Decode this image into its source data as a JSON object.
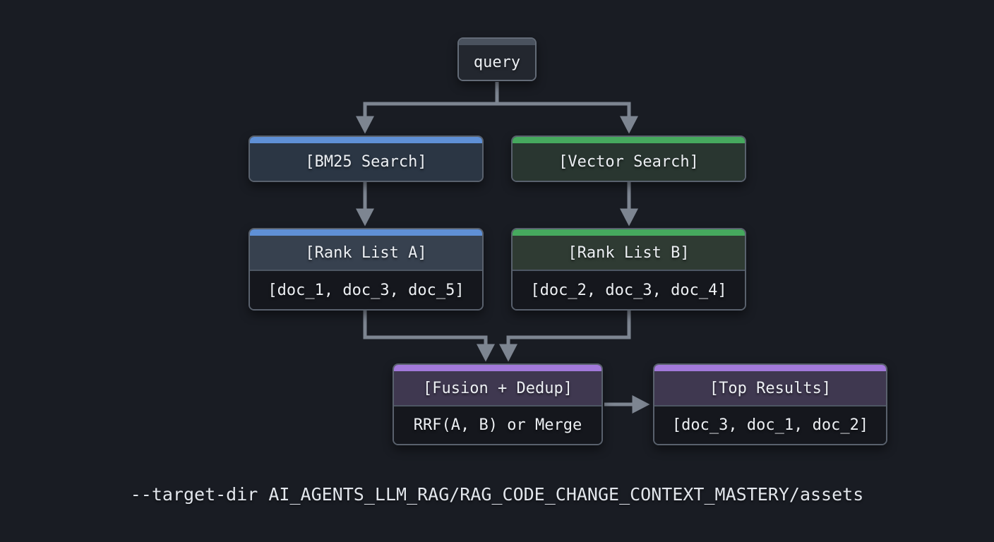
{
  "diagram": {
    "nodes": {
      "query": {
        "label": "query"
      },
      "bm25": {
        "label": "[BM25 Search]"
      },
      "vector": {
        "label": "[Vector Search]"
      },
      "rank_a": {
        "title": "[Rank List A]",
        "value": "[doc_1, doc_3, doc_5]"
      },
      "rank_b": {
        "title": "[Rank List B]",
        "value": "[doc_2, doc_3, doc_4]"
      },
      "fusion": {
        "title": "[Fusion + Dedup]",
        "value": "RRF(A, B) or Merge"
      },
      "top_results": {
        "title": "[Top Results]",
        "value": "[doc_3, doc_1, doc_2]"
      }
    },
    "edges": [
      {
        "from": "query",
        "to": "bm25"
      },
      {
        "from": "query",
        "to": "vector"
      },
      {
        "from": "bm25",
        "to": "rank_a"
      },
      {
        "from": "vector",
        "to": "rank_b"
      },
      {
        "from": "rank_a",
        "to": "fusion"
      },
      {
        "from": "rank_b",
        "to": "fusion"
      },
      {
        "from": "fusion",
        "to": "top_results"
      }
    ],
    "caption": "--target-dir AI_AGENTS_LLM_RAG/RAG_CODE_CHANGE_CONTEXT_MASTERY/assets"
  },
  "colors": {
    "background": "#191c23",
    "accent_blue": "#5f90d6",
    "accent_green": "#46a95e",
    "accent_purple": "#a279da",
    "arrow": "#7d8591",
    "text": "#eceff3",
    "node_border": "#59616d"
  }
}
